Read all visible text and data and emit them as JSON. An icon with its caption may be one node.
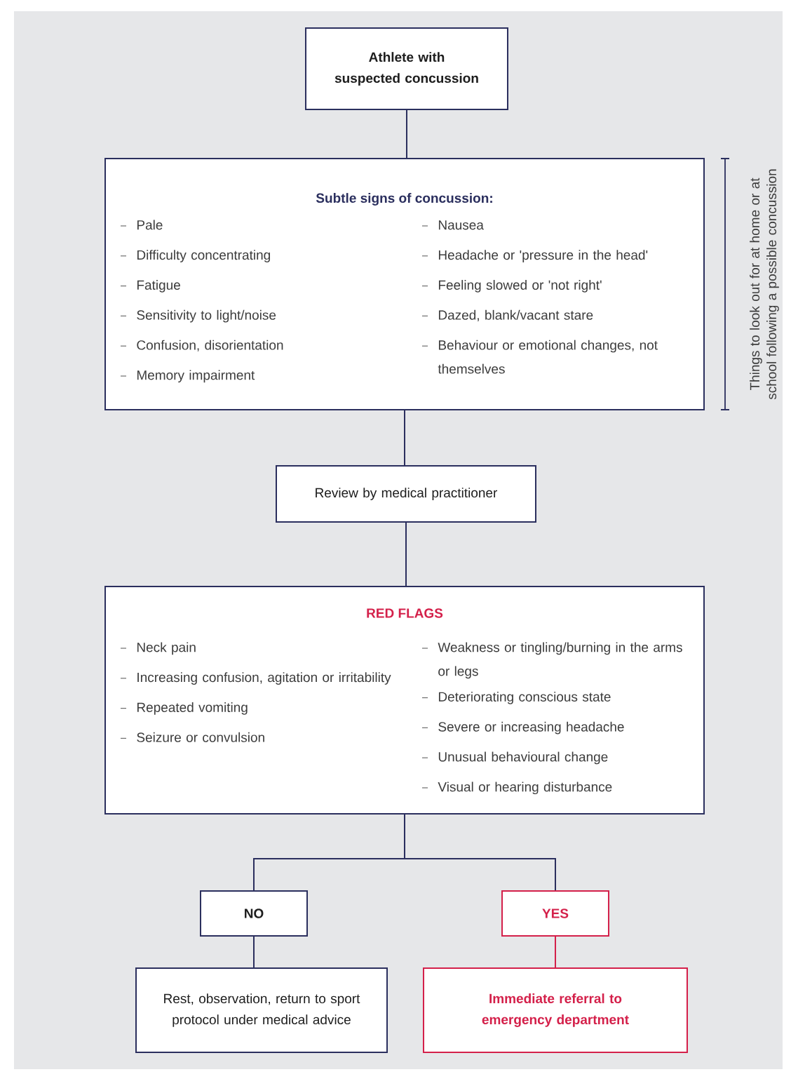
{
  "diagram": {
    "nodes": [
      {
        "text": [
          "Athlete with suspected concussion"
        ]
      },
      {
        "text": [
          "Subtle signs of concussion:",
          "Pale",
          "Difficulty concentrating",
          "Fatigue",
          "Sensitivity to light/noise",
          "Confusion, disorientation",
          "Memory impairment",
          "Nausea",
          "Headache or 'pressure in the head'",
          "Feeling slowed or 'not right'",
          "Dazed, blank/vacant stare",
          "Behaviour or emotional changes, not themselves"
        ],
        "beside": [
          "Things to look out for at home or at school following a possible concussion"
        ]
      },
      {
        "text": [
          "Review by medical practitioner"
        ]
      },
      {
        "text": [
          "RED FLAGS",
          "Neck pain",
          "Increasing confusion, agitation or irritability",
          "Repeated vomiting",
          "Seizure or convulsion",
          "Weakness or tingling/burning in the arms or legs",
          "Deteriorating conscious state",
          "Severe or increasing headache",
          "Unusual behavioural change",
          "Visual or hearing disturbance"
        ]
      },
      {
        "text": [
          "NO"
        ]
      },
      {
        "text": [
          "YES"
        ]
      },
      {
        "text": [
          "Rest, observation, return to sport protocol under medical advice"
        ]
      },
      {
        "text": [
          "Immediate referral to emergency department"
        ]
      }
    ],
    "edges": [
      {
        "from": 0,
        "to": 1,
        "arrow": "none"
      },
      {
        "from": 1,
        "to": 2,
        "arrow": "none"
      },
      {
        "from": 2,
        "to": 3,
        "arrow": "none"
      },
      {
        "from": 3,
        "to": 4,
        "arrow": "none"
      },
      {
        "from": 3,
        "to": 5,
        "arrow": "none"
      },
      {
        "from": 4,
        "to": 6,
        "arrow": "none"
      },
      {
        "from": 5,
        "to": 7,
        "arrow": "none",
        "color": "#d4204a"
      }
    ]
  }
}
